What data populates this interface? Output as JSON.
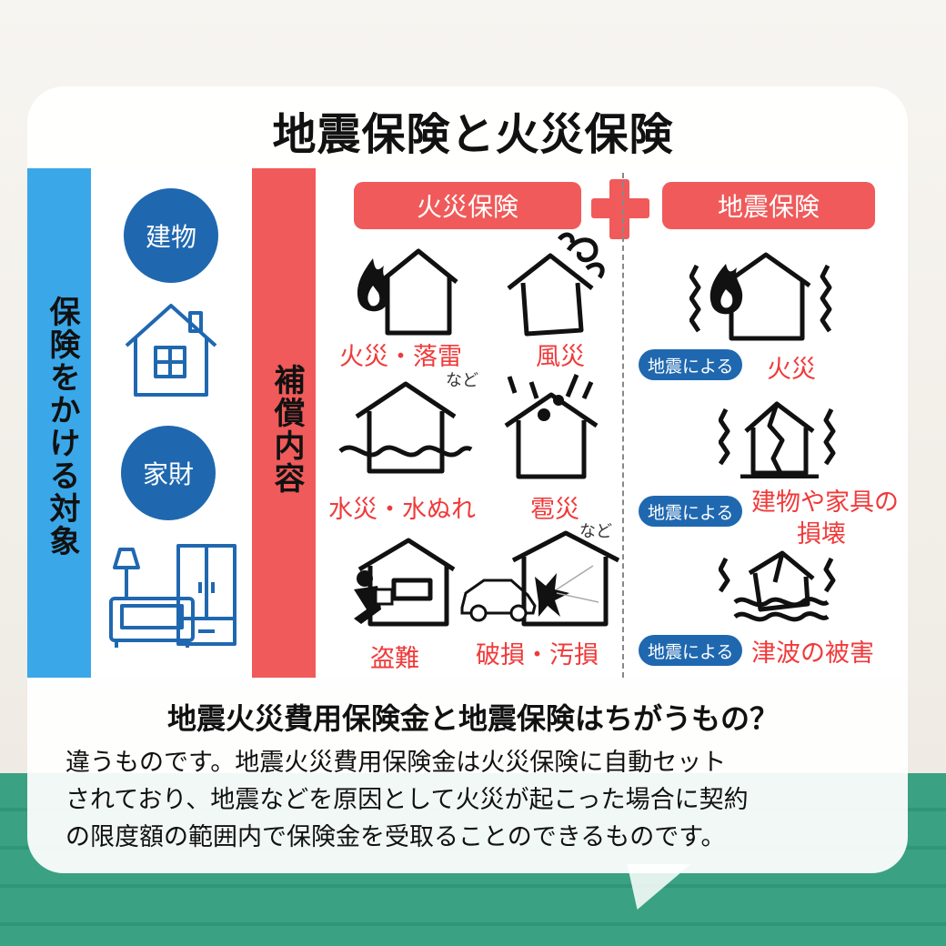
{
  "title": "地震保険と火災保険",
  "left": {
    "heading": "保険をかける対象",
    "building_label": "建物",
    "contents_label": "家財"
  },
  "middle": {
    "heading": "補償内容"
  },
  "fire": {
    "header": "火災保険",
    "items": [
      {
        "label": "火災・落雷",
        "note": "など"
      },
      {
        "label": "風災"
      },
      {
        "label": "水災・水ぬれ"
      },
      {
        "label": "雹災",
        "note": "など"
      },
      {
        "label": "盗難"
      },
      {
        "label": "破損・汚損"
      }
    ]
  },
  "quake": {
    "header": "地震保険",
    "badge": "地震による",
    "items": [
      {
        "label": "火災"
      },
      {
        "label_line1": "建物や家具の",
        "label_line2": "損壊"
      },
      {
        "label": "津波の被害"
      }
    ]
  },
  "faq": {
    "question": "地震火災費用保険金と地震保険はちがうもの？",
    "answer_lines": [
      "違うものです。地震火災費用保険金は火災保険に自動セット",
      "されており、地震などを原因として火災が起こった場合に契約",
      "の限度額の範囲内で保険金を受取ることのできるものです。"
    ]
  },
  "colors": {
    "blue_bar": "#3aa7e8",
    "red_bar": "#f05a5a",
    "navy": "#1f68b0",
    "label_red": "#f03a3a",
    "floor_green": "#3aa183"
  }
}
